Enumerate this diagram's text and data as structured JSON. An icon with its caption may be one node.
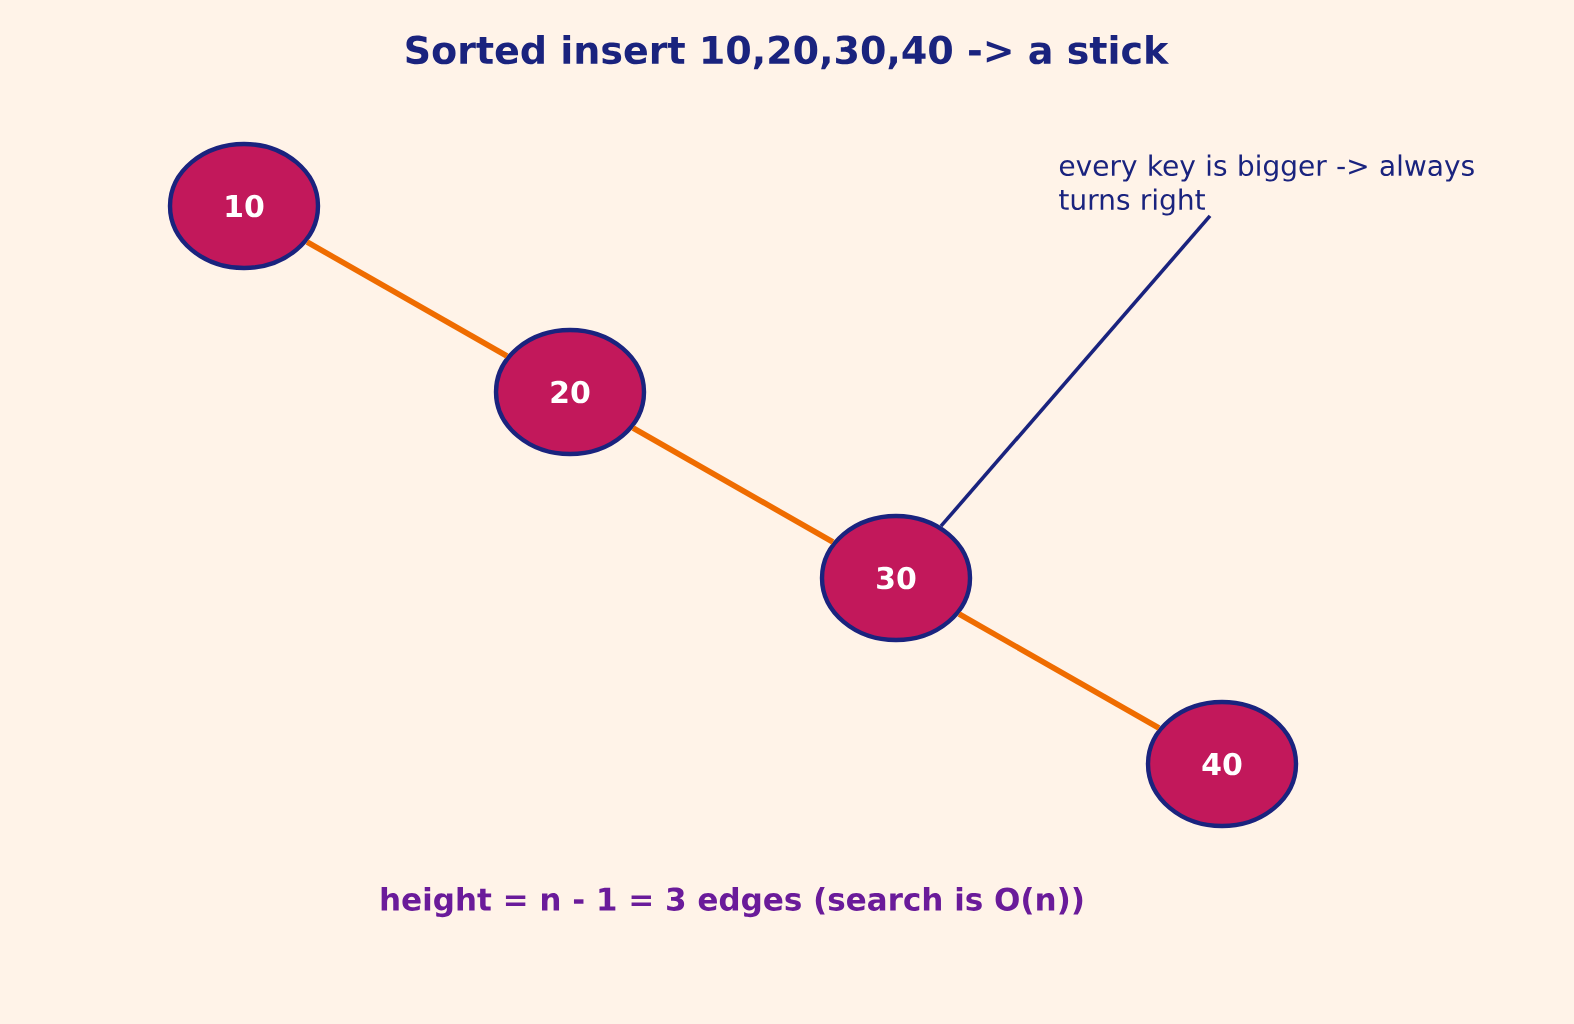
{
  "diagram": {
    "title": "Sorted insert 10,20,30,40 -> a stick",
    "nodes": [
      {
        "text": [
          "10"
        ]
      },
      {
        "text": [
          "20"
        ]
      },
      {
        "text": [
          "30"
        ]
      },
      {
        "text": [
          "40"
        ]
      },
      {
        "text": [
          "every key is bigger -> always turns right"
        ]
      }
    ],
    "edges": [
      {
        "from": 0,
        "to": 1,
        "arrow": "none"
      },
      {
        "from": 1,
        "to": 2,
        "arrow": "none"
      },
      {
        "from": 2,
        "to": 3,
        "arrow": "none"
      },
      {
        "from": 4,
        "to": 2,
        "arrow": "none",
        "color": "#1a237e"
      }
    ],
    "labels": [
      "height = n - 1 = 3 edges  (search is O(n))"
    ]
  }
}
